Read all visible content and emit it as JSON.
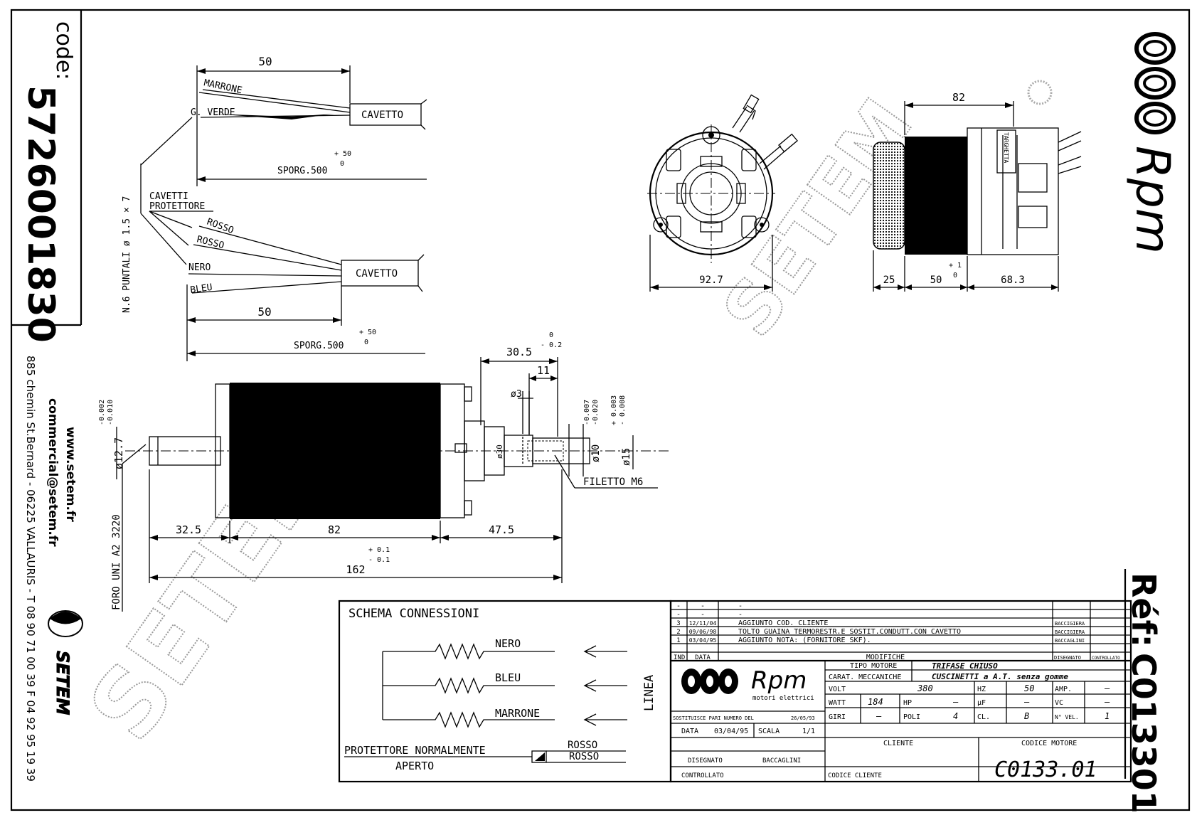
{
  "left_panel": {
    "code_label": "code:",
    "code_number": "5726001830",
    "company_address": "885 chemin St.Bernard  -  06225 VALLAURIS  -  T 08 90 71 00 39   F 04 92 95 19 39",
    "email": "commercial@setem.fr",
    "website": "www.setem.fr",
    "company_logo_text": "SETEM"
  },
  "right_panel": {
    "brand_text": "Rpm",
    "ref_label": "Réf:",
    "ref_number": "C013301"
  },
  "watermark": {
    "text": "SETEM"
  },
  "wiring": {
    "top": {
      "wire_1": "MARRONE",
      "wire_2": "G. VERDE",
      "cable": "CAVETTO",
      "dim_length": "50",
      "sporg": "SPORG.500",
      "tol_plus": "+ 50",
      "tol_zero": "0"
    },
    "side_label": "N.6 PUNTALI  ø 1.5 × 7",
    "bottom": {
      "label_line1": "CAVETTI",
      "label_line2": "PROTETTORE",
      "wire_1": "ROSSO",
      "wire_2": "ROSSO",
      "wire_3": "NERO",
      "wire_4": "BLEU",
      "cable": "CAVETTO",
      "dim_length": "50",
      "sporg": "SPORG.500",
      "tol_plus": "+ 50",
      "tol_zero": "0"
    }
  },
  "front_view": {
    "dim_diameter": "92.7"
  },
  "side_view": {
    "dim_top": "82",
    "dim_1": "25",
    "dim_2": "50",
    "dim_2_tol_plus": "+ 1",
    "dim_2_tol_zero": "0",
    "dim_3": "68.3",
    "label_box": "TARGHETTA"
  },
  "shaft_view": {
    "dim_shaft_dia": "ø12.7",
    "dim_shaft_tol_1": "-0.002",
    "dim_shaft_tol_2": "-0.010",
    "dim_305": "30.5",
    "dim_305_tol_1": "0",
    "dim_305_tol_2": "- 0.2",
    "dim_11": "11",
    "dim_3": "ø3",
    "dim_d1": "ø10",
    "dim_d1_tol_1": "-0.007",
    "dim_d1_tol_2": "-0.020",
    "dim_d2": "ø15",
    "dim_d2_tol_1": "+ 0.003",
    "dim_d2_tol_2": "- 0.008",
    "dim_d3": "ø30",
    "thread": "FILETTO  M6",
    "hole": "FORO UNI A2 3220",
    "dim_a": "32.5",
    "dim_b": "82",
    "dim_c": "47.5",
    "dim_total": "162",
    "dim_total_tol_1": "+ 0.1",
    "dim_total_tol_2": "- 0.1"
  },
  "schema": {
    "title": "SCHEMA CONNESSIONI",
    "wire_1": "NERO",
    "wire_2": "BLEU",
    "wire_3": "MARRONE",
    "linea": "LINEA",
    "protettore_line1": "PROTETTORE  NORMALMENTE",
    "protettore_line2": "APERTO",
    "rosso_1": "ROSSO",
    "rosso_2": "ROSSO"
  },
  "title_block": {
    "mods": [
      {
        "n": "-",
        "d": "-",
        "text": "-",
        "by": ""
      },
      {
        "n": "-",
        "d": "-",
        "text": "-",
        "by": ""
      },
      {
        "n": "3",
        "d": "12/11/04",
        "text": "AGGIUNTO COD. CLIENTE",
        "by": "BACCIGIERA"
      },
      {
        "n": "2",
        "d": "09/06/98",
        "text": "TOLTO GUAINA TERMORESTR.E SOSTIT.CONDUTT.CON CAVETTO",
        "by": "BACCIGIERA"
      },
      {
        "n": "1",
        "d": "03/04/95",
        "text": "AGGIUNTO NOTA: (FORNITORE SKF).",
        "by": "BACCAGLINI"
      }
    ],
    "hdr_ind": "IND",
    "hdr_data": "DATA",
    "hdr_modifiche": "MODIFICHE",
    "hdr_disegnato": "DISEGNATO",
    "hdr_controllato": "CONTROLLATO",
    "brand": "Rpm",
    "brand_sub": "motori elettrici",
    "tipo_label": "TIPO MOTORE",
    "tipo_value": "TRIFASE CHIUSO",
    "carat_label": "CARAT. MECCANICHE",
    "carat_value": "CUSCINETTI a A.T. senza gomme",
    "volt_label": "VOLT",
    "volt_value": "380",
    "hz_label": "HZ",
    "hz_value": "50",
    "amp_label": "AMP.",
    "amp_value": "–",
    "watt_label": "WATT",
    "watt_value": "184",
    "hp_label": "HP",
    "hp_value": "–",
    "uf_label": "µF",
    "uf_value": "–",
    "vc_label": "VC",
    "vc_value": "–",
    "sostituisce": "SOSTITUISCE PARI NUMERO DEL",
    "sostituisce_date": "26/05/93",
    "giri_label": "GIRI",
    "giri_value": "–",
    "poli_label": "POLI",
    "poli_value": "4",
    "cl_label": "CL.",
    "cl_value": "B",
    "nvel_label": "N° VEL.",
    "nvel_value": "1",
    "data_label": "DATA",
    "data_value": "03/04/95",
    "scala_label": "SCALA",
    "scala_value": "1/1",
    "cliente_label": "CLIENTE",
    "codice_motore_label": "CODICE MOTORE",
    "disegnato_label": "DISEGNATO",
    "disegnato_value": "BACCAGLINI",
    "controllato_label": "CONTROLLATO",
    "codice_cliente_label": "CODICE CLIENTE",
    "codice_motore_value": "C0133.01"
  }
}
